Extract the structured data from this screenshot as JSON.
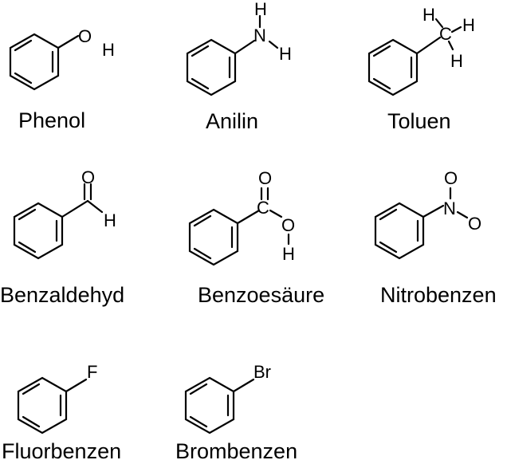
{
  "compounds": [
    {
      "name": "Phenol",
      "atoms": [
        "O",
        "H"
      ]
    },
    {
      "name": "Anilin",
      "atoms": [
        "N",
        "H",
        "H"
      ]
    },
    {
      "name": "Toluen",
      "atoms": [
        "H",
        "C",
        "H",
        "H"
      ]
    },
    {
      "name": "Benzaldehyd",
      "atoms": [
        "O",
        "H"
      ]
    },
    {
      "name": "Benzoesäure",
      "atoms": [
        "O",
        "C",
        "O",
        "H"
      ]
    },
    {
      "name": "Nitrobenzen",
      "atoms": [
        "O",
        "N",
        "O"
      ]
    },
    {
      "name": "Fluorbenzen",
      "atoms": [
        "F"
      ]
    },
    {
      "name": "Brombenzen",
      "atoms": [
        "Br"
      ]
    }
  ]
}
